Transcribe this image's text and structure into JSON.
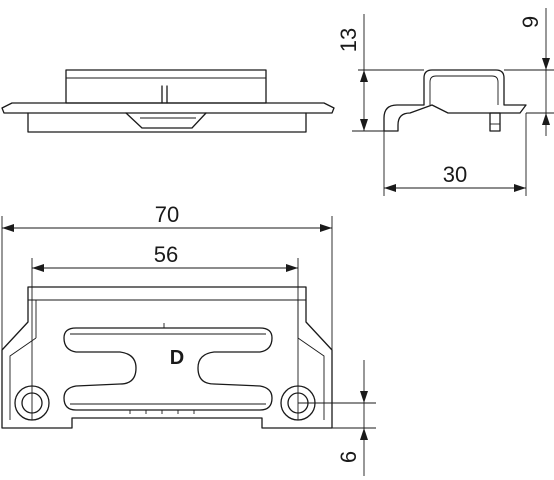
{
  "dimensions": {
    "overall_width": "70",
    "hole_spacing": "56",
    "edge_to_hole": "6",
    "profile_width": "30",
    "total_height": "13",
    "raised_height": "9"
  },
  "part_marking": "D"
}
